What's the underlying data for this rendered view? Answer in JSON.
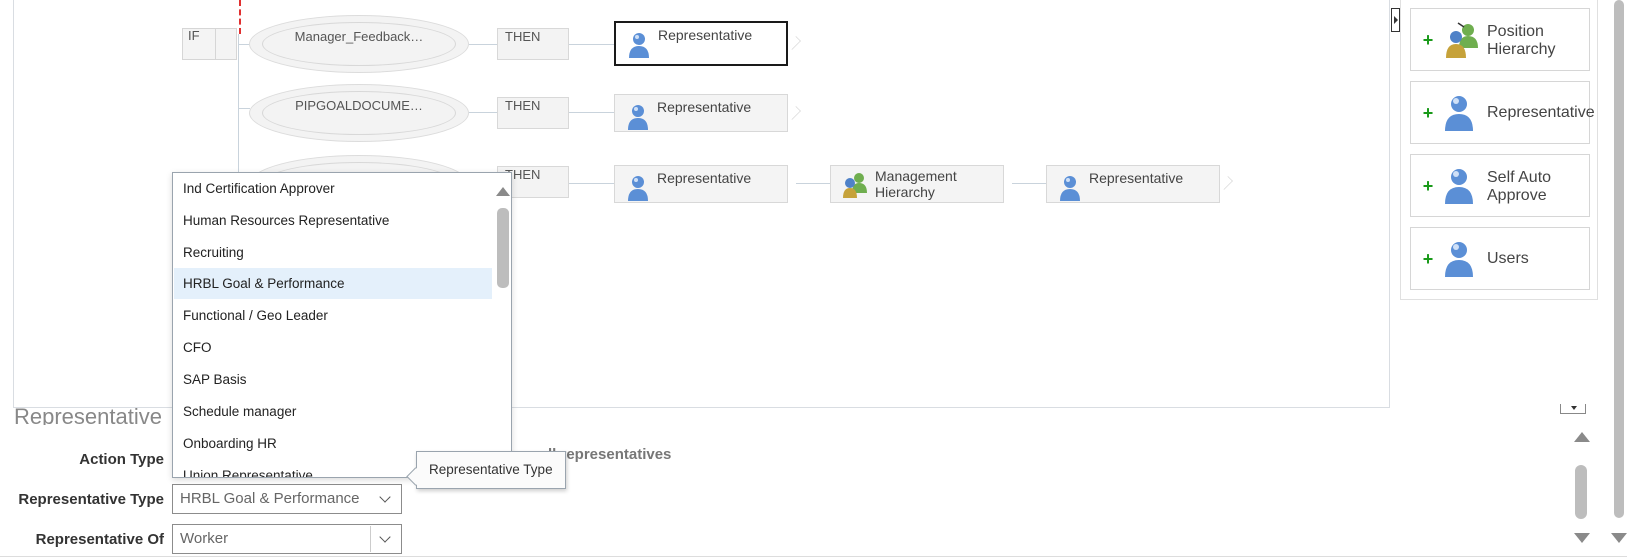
{
  "flow": {
    "if_label": "IF",
    "rows": [
      {
        "condition": "Manager_Feedback…",
        "then": "THEN",
        "nodes": [
          {
            "label": "Representative",
            "icon": "person-icon",
            "selected": true
          }
        ]
      },
      {
        "condition": "PIPGOALDOCUME…",
        "then": "THEN",
        "nodes": [
          {
            "label": "Representative",
            "icon": "person-icon",
            "selected": false
          }
        ]
      },
      {
        "condition": "",
        "then": "THEN",
        "nodes": [
          {
            "label": "Representative",
            "icon": "person-icon"
          },
          {
            "label": "Management Hierarchy",
            "line1": "Management",
            "line2": "Hierarchy",
            "icon": "group-hierarchy-icon"
          },
          {
            "label": "Representative",
            "icon": "person-icon"
          }
        ]
      }
    ]
  },
  "palette": {
    "items": [
      {
        "label": "Position Hierarchy",
        "line1": "Position",
        "line2": "Hierarchy",
        "icon": "group-hierarchy-icon"
      },
      {
        "label": "Representative",
        "icon": "person-icon"
      },
      {
        "label": "Self Auto Approve",
        "line1": "Self Auto",
        "line2": "Approve",
        "icon": "person-icon"
      },
      {
        "label": "Users",
        "icon": "person-icon"
      }
    ],
    "add_icon": "plus-icon"
  },
  "dropdown": {
    "options": [
      "Ind Certification Approver",
      "Human Resources Representative",
      "Recruiting",
      "HRBL Goal & Performance",
      "Functional / Geo Leader",
      "CFO",
      "SAP Basis",
      "Schedule manager",
      "Onboarding HR",
      "Union Representative"
    ],
    "highlighted": "HRBL Goal & Performance"
  },
  "form": {
    "section_title": "Representative",
    "action_type_label": "Action Type",
    "action_type_value_partial": "ll representatives",
    "representative_type_label": "Representative Type",
    "representative_type_value": "HRBL Goal & Performance",
    "representative_of_label": "Representative Of",
    "representative_of_value": "Worker"
  },
  "tooltip": {
    "text": "Representative Type"
  },
  "colors": {
    "highlight_bg": "#e4f0fb",
    "add_green": "#1a9a1a",
    "dashed_red": "#e03030",
    "selected_border": "#1a1a1a"
  }
}
